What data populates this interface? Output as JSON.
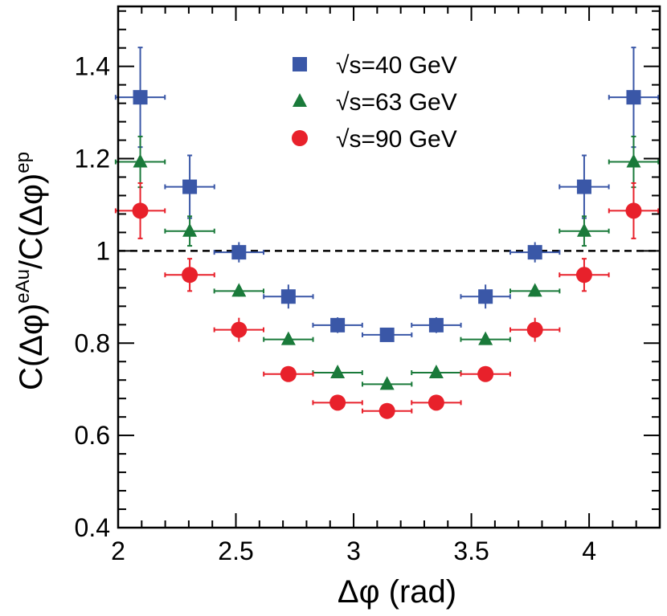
{
  "chart_data": {
    "type": "scatter",
    "xlabel": "Δφ (rad)",
    "ylabel_main": "C(Δφ)",
    "ylabel_sup1": "eAu",
    "ylabel_mid": "/C(Δφ)",
    "ylabel_sup2": "ep",
    "xlim": [
      2.0,
      4.3
    ],
    "ylim": [
      0.4,
      1.53
    ],
    "xticks": [
      2,
      2.5,
      3,
      3.5,
      4
    ],
    "xtick_labels": [
      "2",
      "2.5",
      "3",
      "3.5",
      "4"
    ],
    "yticks": [
      0.4,
      0.6,
      0.8,
      1.0,
      1.2,
      1.4
    ],
    "ytick_labels": [
      "0.4",
      "0.6",
      "0.8",
      "1",
      "1.2",
      "1.4"
    ],
    "reference_line": 1.0,
    "legend_position": "top-center",
    "series": [
      {
        "name": "√s=40 GeV",
        "marker": "square",
        "color": "#3a57a7",
        "x": [
          2.094,
          2.304,
          2.513,
          2.723,
          2.932,
          3.142,
          3.351,
          3.56,
          3.77,
          3.979,
          4.189
        ],
        "y": [
          1.333,
          1.139,
          0.997,
          0.901,
          0.839,
          0.818,
          0.839,
          0.901,
          0.997,
          1.139,
          1.333
        ],
        "yerr": [
          0.108,
          0.068,
          0.022,
          0.026,
          0.017,
          0.013,
          0.017,
          0.026,
          0.022,
          0.068,
          0.108
        ],
        "xerr": 0.1047
      },
      {
        "name": "√s=63 GeV",
        "marker": "triangle",
        "color": "#1a7a3a",
        "x": [
          2.094,
          2.304,
          2.513,
          2.723,
          2.932,
          3.142,
          3.351,
          3.56,
          3.77,
          3.979,
          4.189
        ],
        "y": [
          1.193,
          1.043,
          0.913,
          0.808,
          0.736,
          0.711,
          0.736,
          0.808,
          0.913,
          1.043,
          1.193
        ],
        "yerr": [
          0.055,
          0.032,
          0.012,
          0.01,
          0.007,
          0.006,
          0.007,
          0.01,
          0.012,
          0.032,
          0.055
        ],
        "xerr": 0.1047
      },
      {
        "name": "√s=90 GeV",
        "marker": "circle",
        "color": "#e8212b",
        "x": [
          2.094,
          2.304,
          2.513,
          2.723,
          2.932,
          3.142,
          3.351,
          3.56,
          3.77,
          3.979,
          4.189
        ],
        "y": [
          1.087,
          0.948,
          0.829,
          0.733,
          0.671,
          0.653,
          0.671,
          0.733,
          0.829,
          0.948,
          1.087
        ],
        "yerr": [
          0.06,
          0.035,
          0.026,
          0.014,
          0.008,
          0.006,
          0.008,
          0.014,
          0.026,
          0.035,
          0.06
        ],
        "xerr": 0.1047
      }
    ]
  }
}
